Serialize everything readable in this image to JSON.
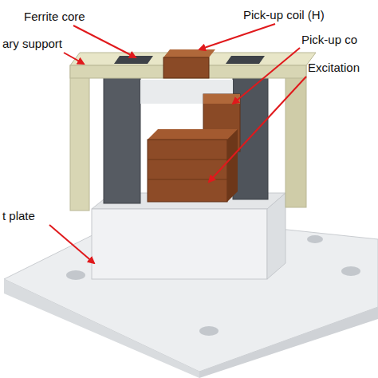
{
  "diagram": {
    "labels": [
      "Ferrite core",
      "Pick-up coil (H)",
      "ary support",
      "Pick-up co",
      "Excitation",
      "t plate"
    ]
  }
}
